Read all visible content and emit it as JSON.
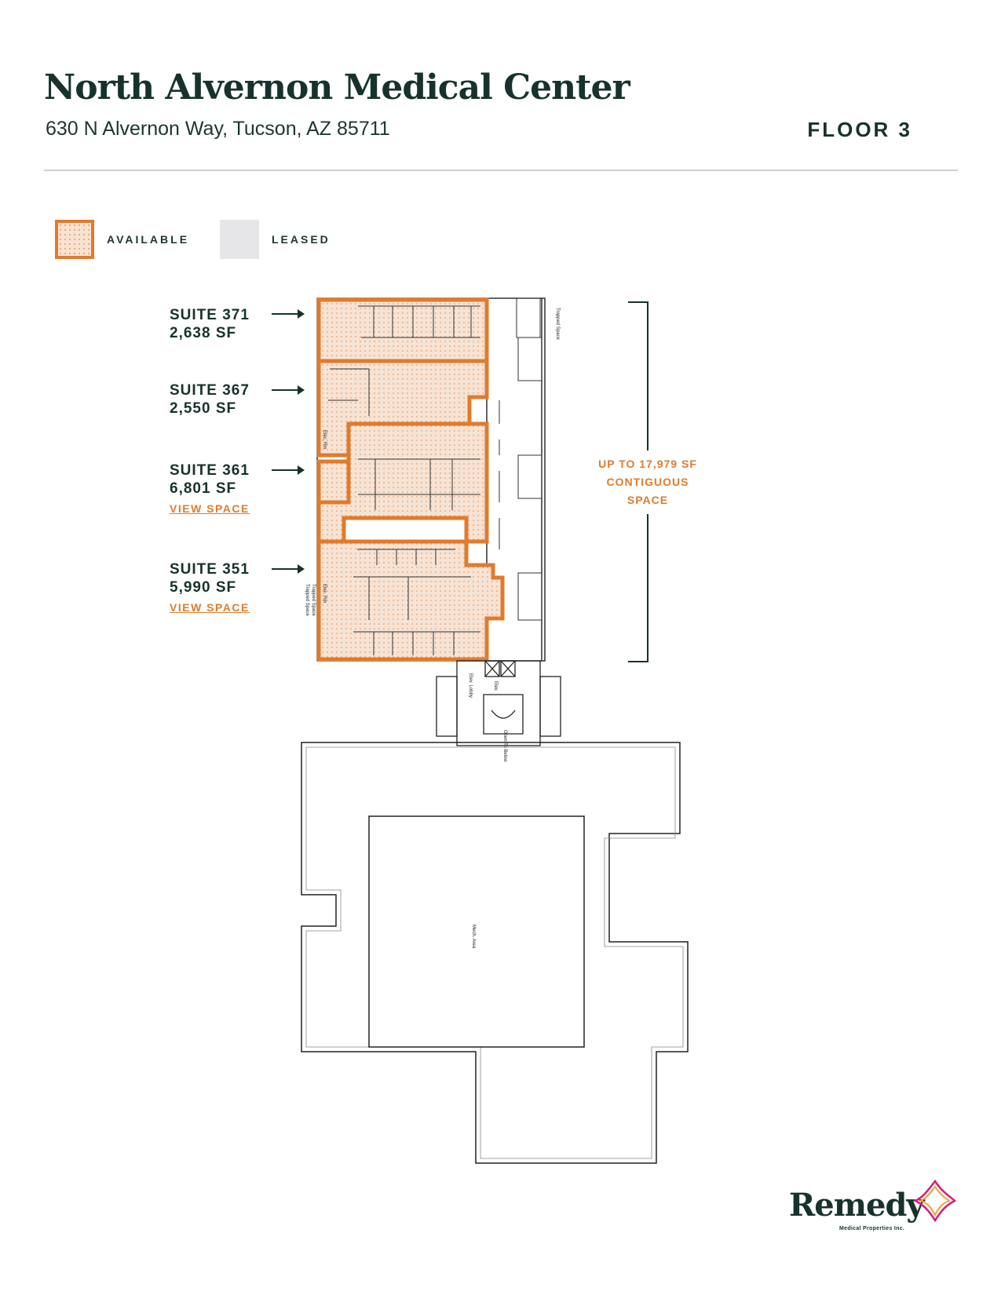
{
  "header": {
    "title": "North Alvernon Medical Center",
    "address": "630 N Alvernon Way, Tucson, AZ 85711",
    "floor": "FLOOR 3"
  },
  "legend": {
    "available": "AVAILABLE",
    "leased": "LEASED"
  },
  "suites": [
    {
      "name": "SUITE 371",
      "sf": "2,638 SF"
    },
    {
      "name": "SUITE 367",
      "sf": "2,550 SF"
    },
    {
      "name": "SUITE 361",
      "sf": "6,801 SF",
      "link": "VIEW SPACE"
    },
    {
      "name": "SUITE 351",
      "sf": "5,990 SF",
      "link": "VIEW SPACE"
    }
  ],
  "contiguous": {
    "line1": "UP TO 17,979 SF",
    "line2": "CONTIGUOUS",
    "line3": "SPACE"
  },
  "plan_labels": {
    "trapped_top": "Trapped Space",
    "elec_upper": "Elec. Rm",
    "elec_lower": "Elec. Rm",
    "trapped_lower_a": "Trapped Space",
    "trapped_lower_b": "Trapped Space",
    "elev_lobby": "Elev. Lobby",
    "elev": "Elev.",
    "open_to_below": "Open To Below",
    "mech_area": "Mech. Area"
  },
  "colors": {
    "available": "#e07b2d",
    "leased": "#e6e6e8",
    "brand_dark": "#17322d"
  },
  "logo": {
    "word": "Remedy",
    "sub": "Medical Properties Inc."
  }
}
